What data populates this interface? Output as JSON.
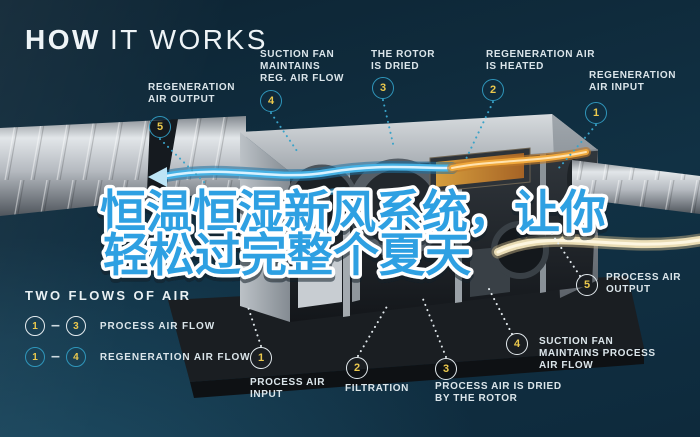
{
  "header": {
    "title_bold": "HOW",
    "title_light": "IT WORKS"
  },
  "overlay_text": {
    "line1": "恒温恒湿新风系统，让你",
    "line2": "轻松过完整个夏天"
  },
  "colors": {
    "background": "#113144",
    "teal_accent": "#2f96bb",
    "badge_number_yellow": "#ecc94d",
    "overlay_blue": "#2da0e2",
    "label_text": "#dbe5ea"
  },
  "callouts": {
    "regeneration_flow": [
      {
        "num": "1",
        "lines": [
          "REGENERATION",
          "AIR INPUT"
        ]
      },
      {
        "num": "2",
        "lines": [
          "REGENERATION AIR",
          "IS HEATED"
        ]
      },
      {
        "num": "3",
        "lines": [
          "THE ROTOR",
          "IS DRIED"
        ]
      },
      {
        "num": "4",
        "lines": [
          "SUCTION FAN",
          "MAINTAINS",
          "REG. AIR FLOW"
        ]
      },
      {
        "num": "5",
        "lines": [
          "REGENERATION",
          "AIR OUTPUT"
        ]
      }
    ],
    "process_flow": [
      {
        "num": "1",
        "lines": [
          "PROCESS AIR",
          "INPUT"
        ]
      },
      {
        "num": "2",
        "lines": [
          "FILTRATION"
        ]
      },
      {
        "num": "3",
        "lines": [
          "PROCESS AIR IS DRIED",
          "BY THE ROTOR"
        ]
      },
      {
        "num": "4",
        "lines": [
          "SUCTION FAN",
          "MAINTAINS PROCESS",
          "AIR FLOW"
        ]
      },
      {
        "num": "5",
        "lines": [
          "PROCESS AIR",
          "OUTPUT"
        ]
      }
    ]
  },
  "legend": {
    "heading": "TWO FLOWS OF AIR",
    "rows": [
      {
        "from": "1",
        "to": "3",
        "label": "PROCESS AIR FLOW"
      },
      {
        "from": "1",
        "to": "4",
        "label": "REGENERATION AIR FLOW"
      }
    ]
  }
}
